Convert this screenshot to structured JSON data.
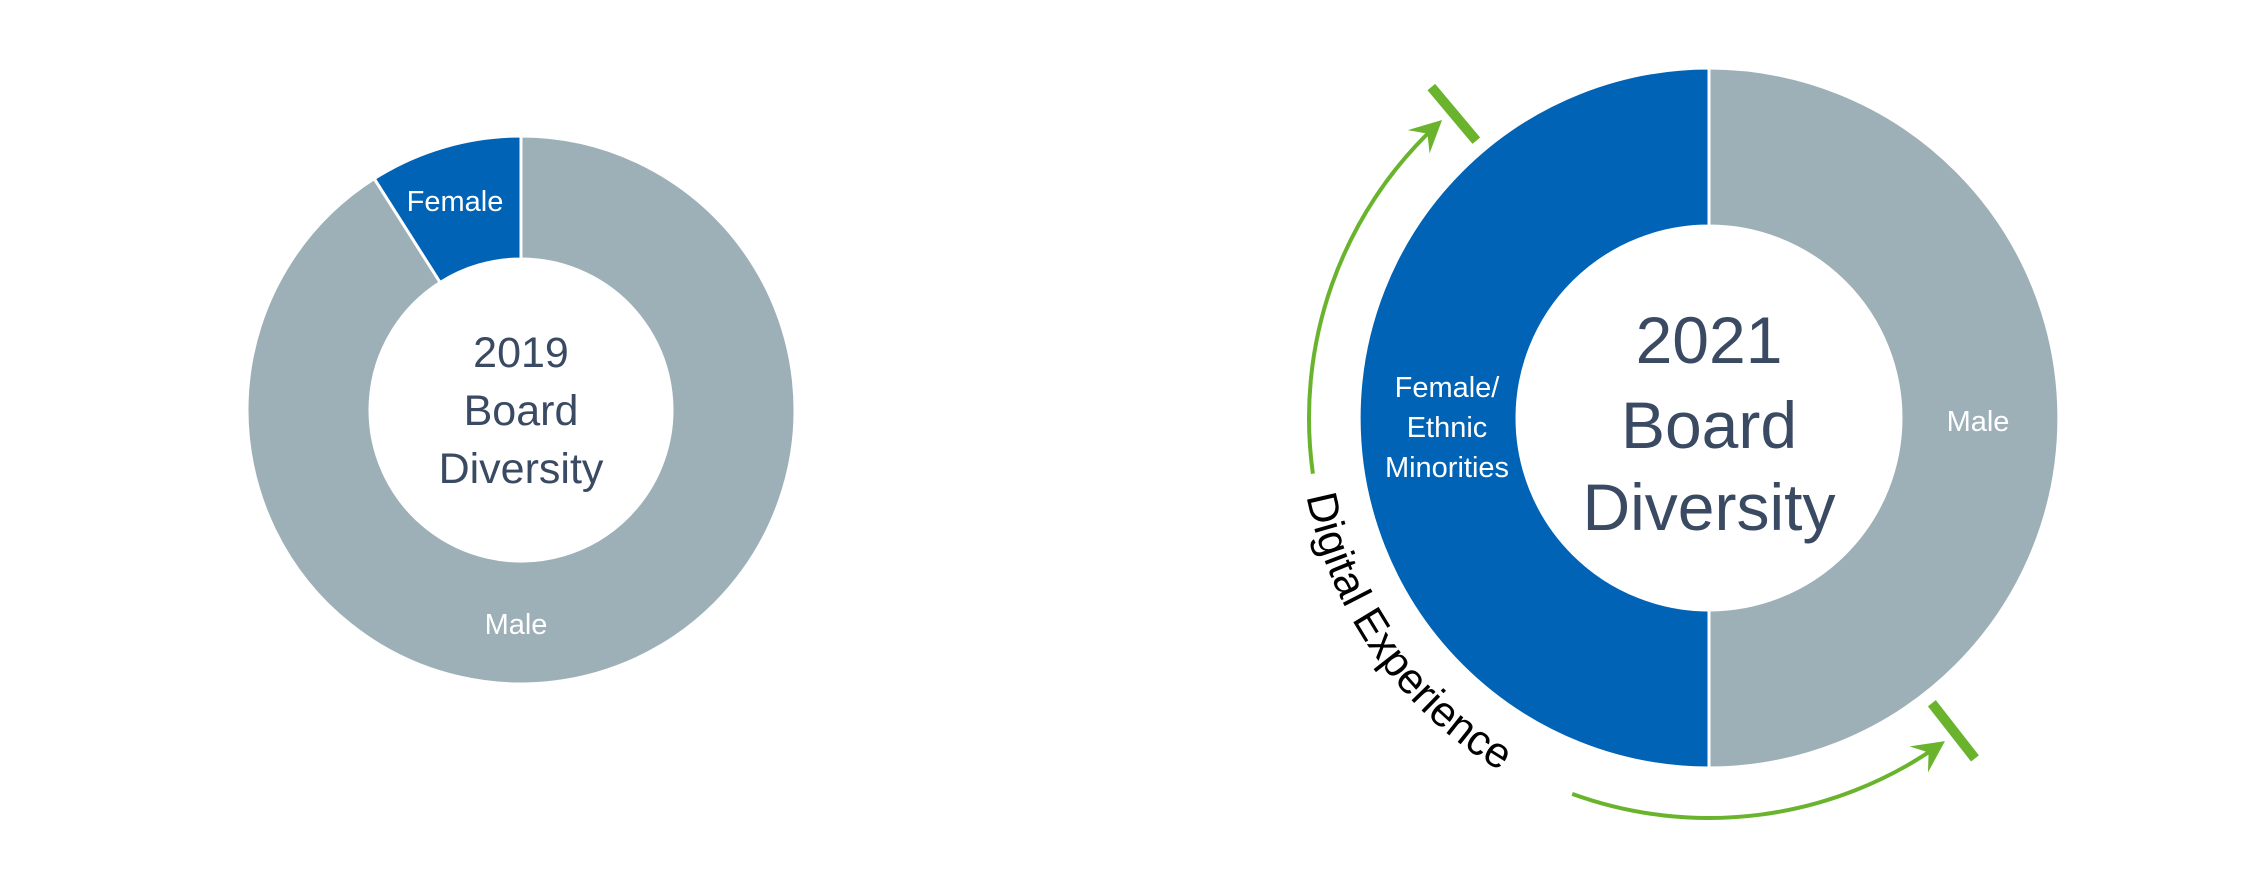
{
  "colors": {
    "blue": "#0063b5",
    "gray": "#9db0b8",
    "center_text": "#3a4a62",
    "green": "#6ab42d",
    "label": "#ffffff"
  },
  "chart_data": [
    {
      "type": "pie",
      "variant": "donut",
      "center_title": [
        "2019",
        "Board",
        "Diversity"
      ],
      "slices": [
        {
          "label": "Female",
          "value": 9,
          "color": "#0063b5"
        },
        {
          "label": "Male",
          "value": 91,
          "color": "#9db0b8"
        }
      ]
    },
    {
      "type": "pie",
      "variant": "donut",
      "center_title": [
        "2021",
        "Board",
        "Diversity"
      ],
      "slices": [
        {
          "label": "Male",
          "value": 50,
          "color": "#9db0b8"
        },
        {
          "label": "Female/ Ethnic Minorities",
          "label_lines": [
            "Female/",
            "Ethnic",
            "Minorities"
          ],
          "value": 50,
          "color": "#0063b5"
        }
      ],
      "annotation": "Digital Experience"
    }
  ]
}
